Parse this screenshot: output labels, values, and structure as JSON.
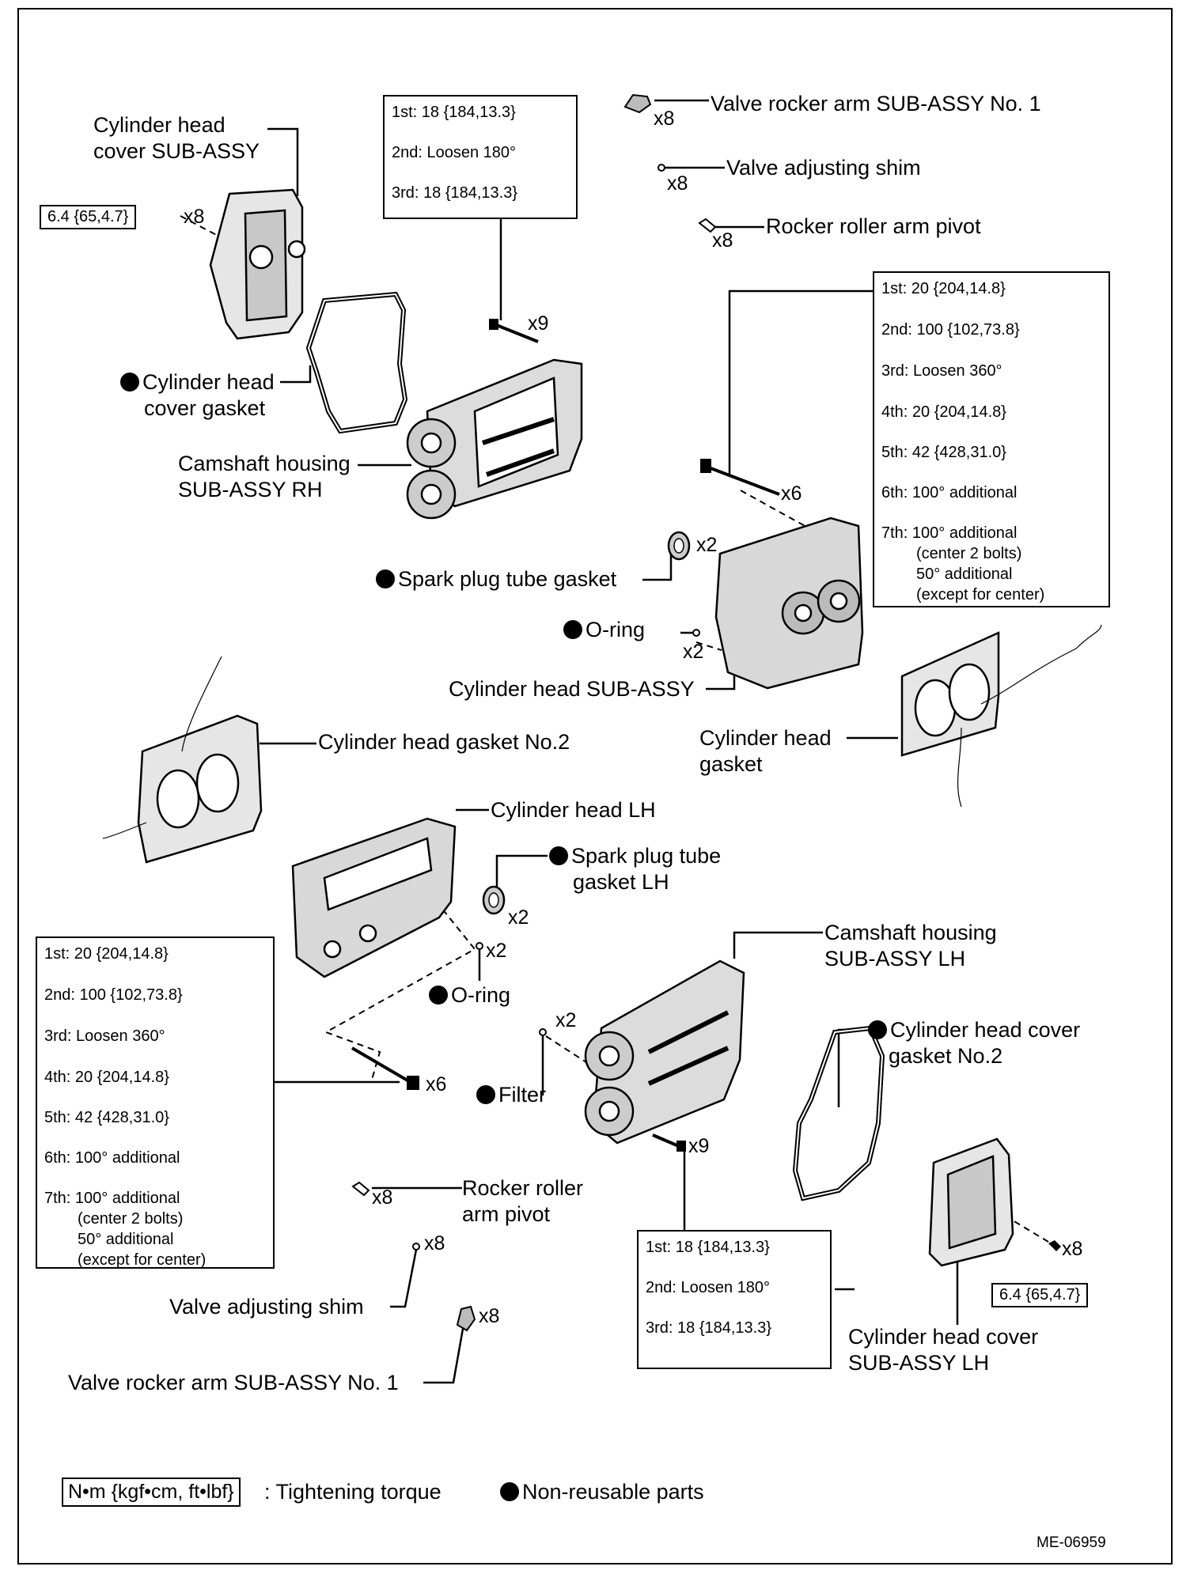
{
  "figure_id": "ME-06959",
  "legend": {
    "torque_units": "N•m {kgf•cm, ft•lbf}",
    "torque_text": ": Tightening torque",
    "nonreusable_text": "Non-reusable parts"
  },
  "labels": {
    "cyl_head_cover_rh": [
      "Cylinder head",
      "cover SUB-ASSY"
    ],
    "cyl_head_cover_gasket": [
      "Cylinder head",
      "cover gasket"
    ],
    "camshaft_housing_rh": [
      "Camshaft housing",
      "SUB-ASSY RH"
    ],
    "valve_rocker_arm_top": "Valve rocker arm SUB-ASSY No. 1",
    "valve_adjusting_shim_top": "Valve adjusting shim",
    "rocker_roller_arm_pivot_top": "Rocker roller arm pivot",
    "spark_plug_tube_gasket": "Spark plug tube gasket",
    "o_ring_top": "O-ring",
    "cyl_head_sub_assy": "Cylinder head SUB-ASSY",
    "cyl_head_gasket_no2": "Cylinder head gasket No.2",
    "cyl_head_gasket": [
      "Cylinder head",
      "gasket"
    ],
    "cyl_head_lh": "Cylinder head LH",
    "spark_plug_tube_gasket_lh": [
      "Spark plug tube",
      "gasket LH"
    ],
    "o_ring_bottom": "O-ring",
    "camshaft_housing_lh": [
      "Camshaft housing",
      "SUB-ASSY LH"
    ],
    "cyl_head_cover_gasket_no2": [
      "Cylinder head cover",
      "gasket No.2"
    ],
    "filter": "Filter",
    "rocker_roller_arm_pivot_bottom": [
      "Rocker roller",
      "arm pivot"
    ],
    "valve_adjusting_shim_bottom": "Valve adjusting shim",
    "valve_rocker_arm_bottom": "Valve rocker arm SUB-ASSY No. 1",
    "cyl_head_cover_lh": [
      "Cylinder head cover",
      "SUB-ASSY LH"
    ]
  },
  "counts": {
    "cover_rh_bolts": "x8",
    "cam_rh_bolts": "x9",
    "rocker_top": "x8",
    "shim_top": "x8",
    "pivot_top": "x8",
    "head_bolts_rh": "x6",
    "spark_gasket_rh": "x2",
    "oring_rh": "x2",
    "spark_gasket_lh": "x2",
    "oring_lh": "x2",
    "filter": "x2",
    "head_bolts_lh": "x6",
    "cam_lh_bolts": "x9",
    "pivot_bottom": "x8",
    "shim_bottom": "x8",
    "rocker_bottom": "x8",
    "cover_lh_bolts": "x8"
  },
  "torque": {
    "cover_rh": "6.4 {65,4.7}",
    "cover_lh": "6.4 {65,4.7}",
    "cam_rh": [
      "1st: 18 {184,13.3}",
      "2nd: Loosen 180°",
      "3rd:  18 {184,13.3}"
    ],
    "cam_lh": [
      "1st: 18 {184,13.3}",
      "2nd: Loosen 180°",
      "3rd:  18 {184,13.3}"
    ],
    "head_rh": [
      "1st: 20 {204,14.8}",
      "2nd: 100 {102,73.8}",
      "3rd:  Loosen 360°",
      "4th: 20 {204,14.8}",
      "5th: 42 {428,31.0}",
      "6th: 100° additional",
      [
        "7th: 100° additional",
        "(center 2 bolts)",
        "50° additional",
        "(except for center)"
      ]
    ],
    "head_lh": [
      "1st: 20 {204,14.8}",
      "2nd: 100 {102,73.8}",
      "3rd:  Loosen 360°",
      "4th: 20 {204,14.8}",
      "5th: 42 {428,31.0}",
      "6th: 100° additional",
      [
        "7th: 100° additional",
        "(center 2 bolts)",
        "50° additional",
        "(except for center)"
      ]
    ]
  }
}
